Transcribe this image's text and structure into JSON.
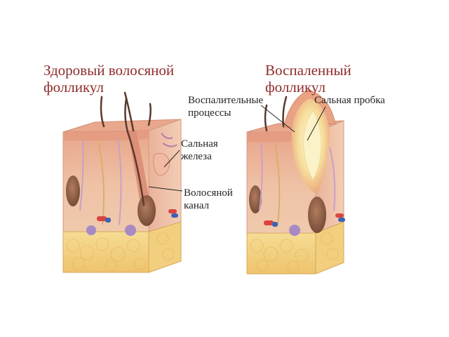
{
  "left_panel": {
    "title_line1": "Здоровый волосяной",
    "title_line2": "фолликул",
    "labels": {
      "gland_line1": "Сальная",
      "gland_line2": "железа",
      "canal_line1": "Волосяной",
      "canal_line2": "канал"
    }
  },
  "right_panel": {
    "title_line1": "Воспаленный",
    "title_line2": "фолликул",
    "labels": {
      "process_line1": "Воспалительные",
      "process_line2": "процессы",
      "plug": "Сальная пробка"
    }
  },
  "colors": {
    "title": "#8e2b2b",
    "label": "#222222",
    "skin_top": "#e9a98f",
    "skin_side": "#e6b59f",
    "dermis": "#efc3a7",
    "fat": "#f3d487",
    "hair": "#5a3a2c",
    "follicle_bulb": "#8a5a43",
    "inflammation": "#f4d99b",
    "plug": "#fbf2c8",
    "vessel_red": "#d9443f",
    "vessel_blue": "#3b63b3"
  }
}
